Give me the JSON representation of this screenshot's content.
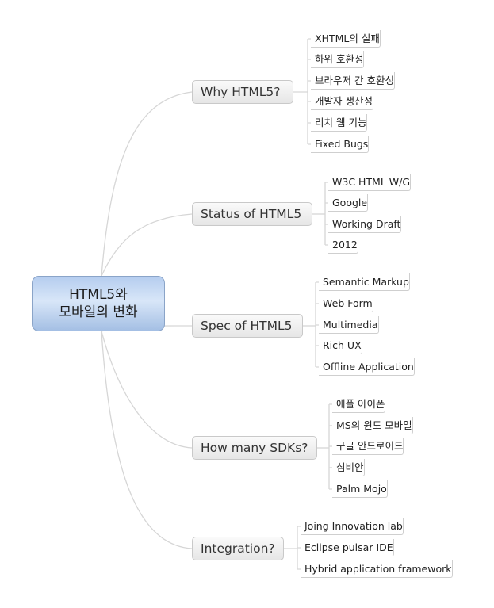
{
  "root": {
    "line1": "HTML5와",
    "line2": "모바일의 변화"
  },
  "branches": [
    {
      "label": "Why HTML5?",
      "children": [
        "XHTML의 실패",
        "하위 호환성",
        "브라우저 간 호환성",
        "개발자 생산성",
        "리치 웹 기능",
        "Fixed Bugs"
      ]
    },
    {
      "label": "Status of HTML5",
      "children": [
        "W3C HTML W/G",
        "Google",
        "Working Draft",
        "2012"
      ]
    },
    {
      "label": "Spec of HTML5",
      "children": [
        "Semantic Markup",
        "Web Form",
        "Multimedia",
        "Rich UX",
        "Offline Application"
      ]
    },
    {
      "label": "How many SDKs?",
      "children": [
        "애플 아이폰",
        "MS의 윈도 모바일",
        "구글 안드로이드",
        "심비안",
        "Palm Mojo"
      ]
    },
    {
      "label": "Integration?",
      "children": [
        "Joing Innovation lab",
        "Eclipse pulsar IDE",
        "Hybrid application framework"
      ]
    }
  ],
  "colors": {
    "root_fill": "#b5cdef",
    "connector": "#d4d4d4",
    "text": "#333333"
  }
}
